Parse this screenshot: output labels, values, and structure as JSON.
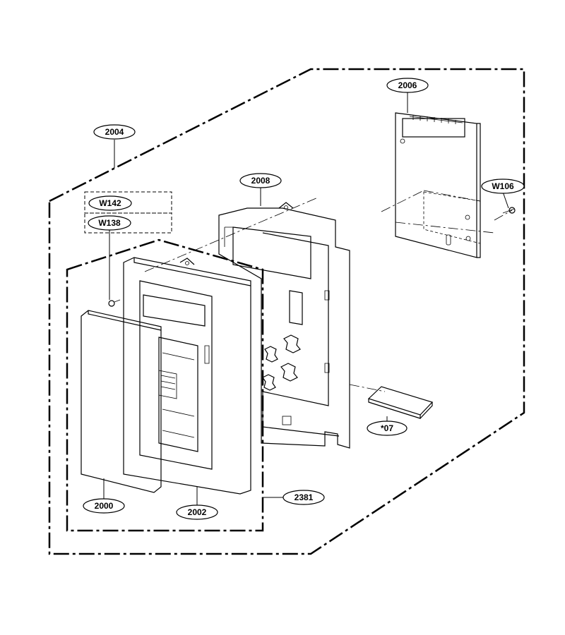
{
  "callouts": {
    "c2004": "2004",
    "c2006": "2006",
    "c2008": "2008",
    "cW106": "W106",
    "cW142": "W142",
    "cW138": "W138",
    "c07": "*07",
    "c2000": "2000",
    "c2002": "2002",
    "c2381": "2381"
  },
  "colors": {
    "line": "#000000",
    "background": "#ffffff"
  }
}
